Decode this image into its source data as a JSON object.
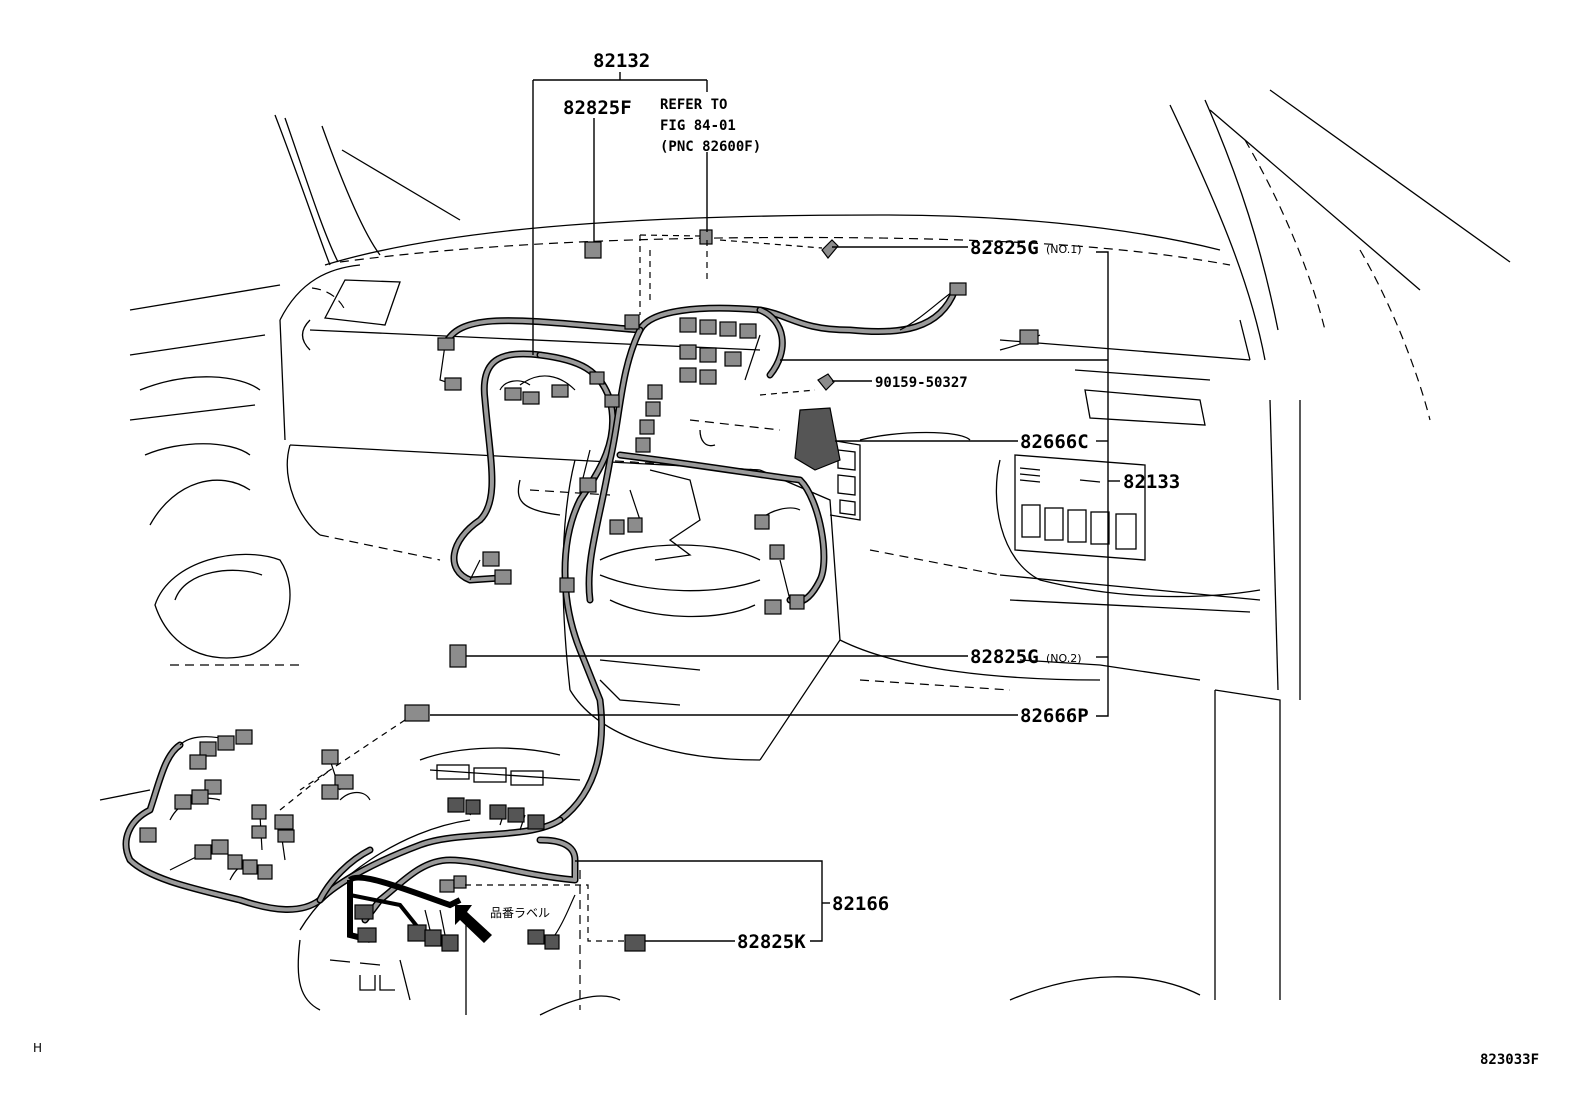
{
  "labels": {
    "p82132": "82132",
    "p82825F": "82825F",
    "refer_line1": "REFER TO",
    "refer_line2": "FIG 84-01",
    "refer_line3": "(PNC 82600F)",
    "p82825G1": "82825G",
    "p82825G1_note": "(NO.1)",
    "p90159": "90159-50327",
    "p82666C": "82666C",
    "p82133": "82133",
    "p82825G2": "82825G",
    "p82825G2_note": "(NO.2)",
    "p82666P": "82666P",
    "p82166": "82166",
    "p82825K": "82825K",
    "label_note": "品番ラベル",
    "corner_mark": "H",
    "figure_code": "823033F"
  },
  "colors": {
    "line": "#000000",
    "connector_fill": "#8c8c8c",
    "connector_dark": "#555555",
    "harness_fill": "#9a9a9a",
    "background": "#ffffff"
  }
}
